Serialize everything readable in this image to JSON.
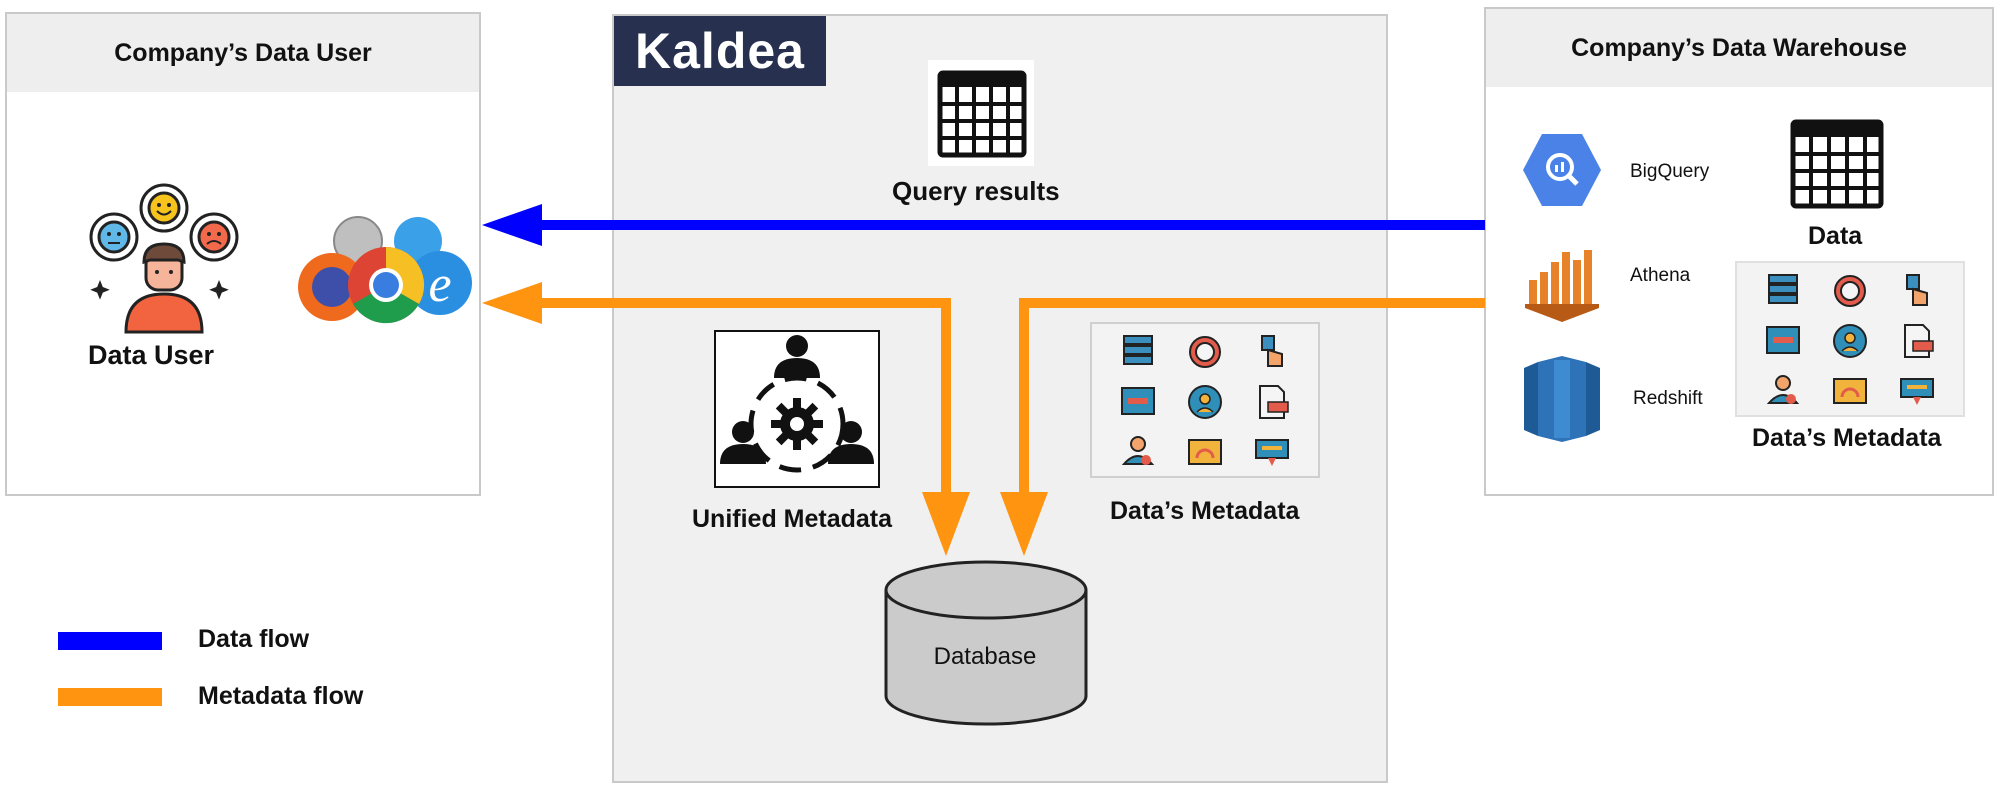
{
  "colors": {
    "data_flow": "#0000ff",
    "metadata_flow": "#ff9410",
    "kaldea_bg": "#283050",
    "panel_bg": "#f0f0f1",
    "bigquery": "#4a82e8",
    "athena": "#e8822a",
    "redshift": "#2e73b8"
  },
  "left_panel": {
    "title": "Company’s Data User",
    "user_label": "Data User",
    "icons": [
      "data-user-icon",
      "browser-icons"
    ]
  },
  "center_panel": {
    "brand": "Kaldea",
    "query_results_label": "Query results",
    "unified_metadata_label": "Unified Metadata",
    "data_metadata_label": "Data’s Metadata",
    "database_label": "Database"
  },
  "right_panel": {
    "title": "Company’s Data Warehouse",
    "sources": [
      {
        "name": "BigQuery",
        "icon": "bigquery-icon"
      },
      {
        "name": "Athena",
        "icon": "athena-icon"
      },
      {
        "name": "Redshift",
        "icon": "redshift-icon"
      }
    ],
    "data_label": "Data",
    "metadata_label": "Data’s Metadata"
  },
  "legend": [
    {
      "label": "Data flow",
      "color": "#0000ff"
    },
    {
      "label": "Metadata flow",
      "color": "#ff9410"
    }
  ]
}
